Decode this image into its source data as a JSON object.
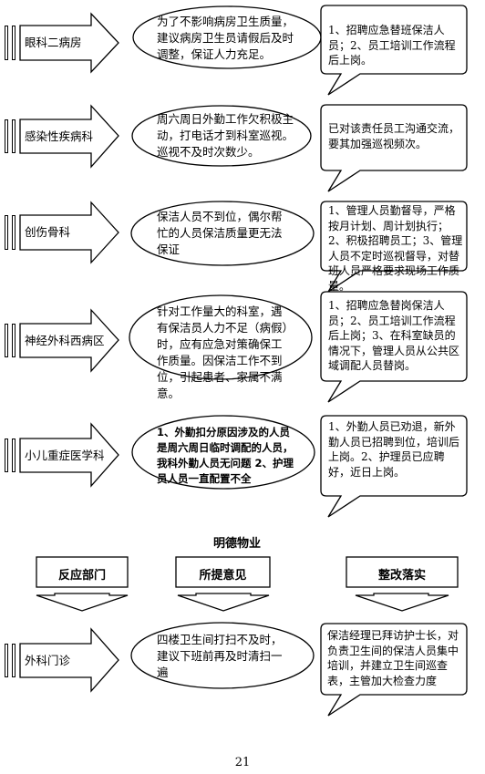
{
  "rows": [
    {
      "department": "眼科二病房",
      "opinion": "为了不影响病房卫生质量，建议病房卫生员请假后及时调整，保证人力充足。",
      "rectification": "1、招聘应急替班保洁人员；2、员工培训工作流程后上岗。"
    },
    {
      "department": "感染性疾病科",
      "opinion": "周六周日外勤工作欠积极主动，打电话才到科室巡视。巡视不及时次数少。",
      "rectification": "已对该责任员工沟通交流，要其加强巡视频次。"
    },
    {
      "department": "创伤骨科",
      "opinion": "保洁人员不到位，偶尔帮忙的人员保洁质量更无法保证",
      "rectification": "1、管理人员勤督导，严格按月计划、周计划执行；2、积极招聘员工；3、管理人员不定时巡视督导，对替班人员严格要求现场工作质量。"
    },
    {
      "department": "神经外科西病区",
      "opinion": "针对工作量大的科室，遇有保洁员人力不足（病假）时，应有应急对策确保工作质量。因保洁工作不到位，引起患者、家属不满意。",
      "rectification": "1、招聘应急替岗保洁人员；2、员工培训工作流程后上岗；3、在科室缺员的情况下，管理人员从公共区域调配人员替岗。"
    },
    {
      "department": "小儿重症医学科",
      "opinion": "1、外勤扣分原因涉及的人员是周六周日临时调配的人员，我科外勤人员无问题 2、护理员人员一直配置不全",
      "rectification": "1、外勤人员已劝退，新外勤人员已招聘到位，培训后上岗。2、护理员已应聘好，近日上岗。"
    }
  ],
  "section_title": "明德物业",
  "headers": {
    "department": "反应部门",
    "opinion": "所提意见",
    "rectification": "整改落实"
  },
  "last_row": {
    "department": "外科门诊",
    "opinion": "四楼卫生间打扫不及时，建议下班前再及时清扫一遍",
    "rectification": "保洁经理已拜访护士长，对负责卫生间的保洁人员集中培训，并建立卫生间巡查表，主管加大检查力度"
  },
  "page_number": "21"
}
